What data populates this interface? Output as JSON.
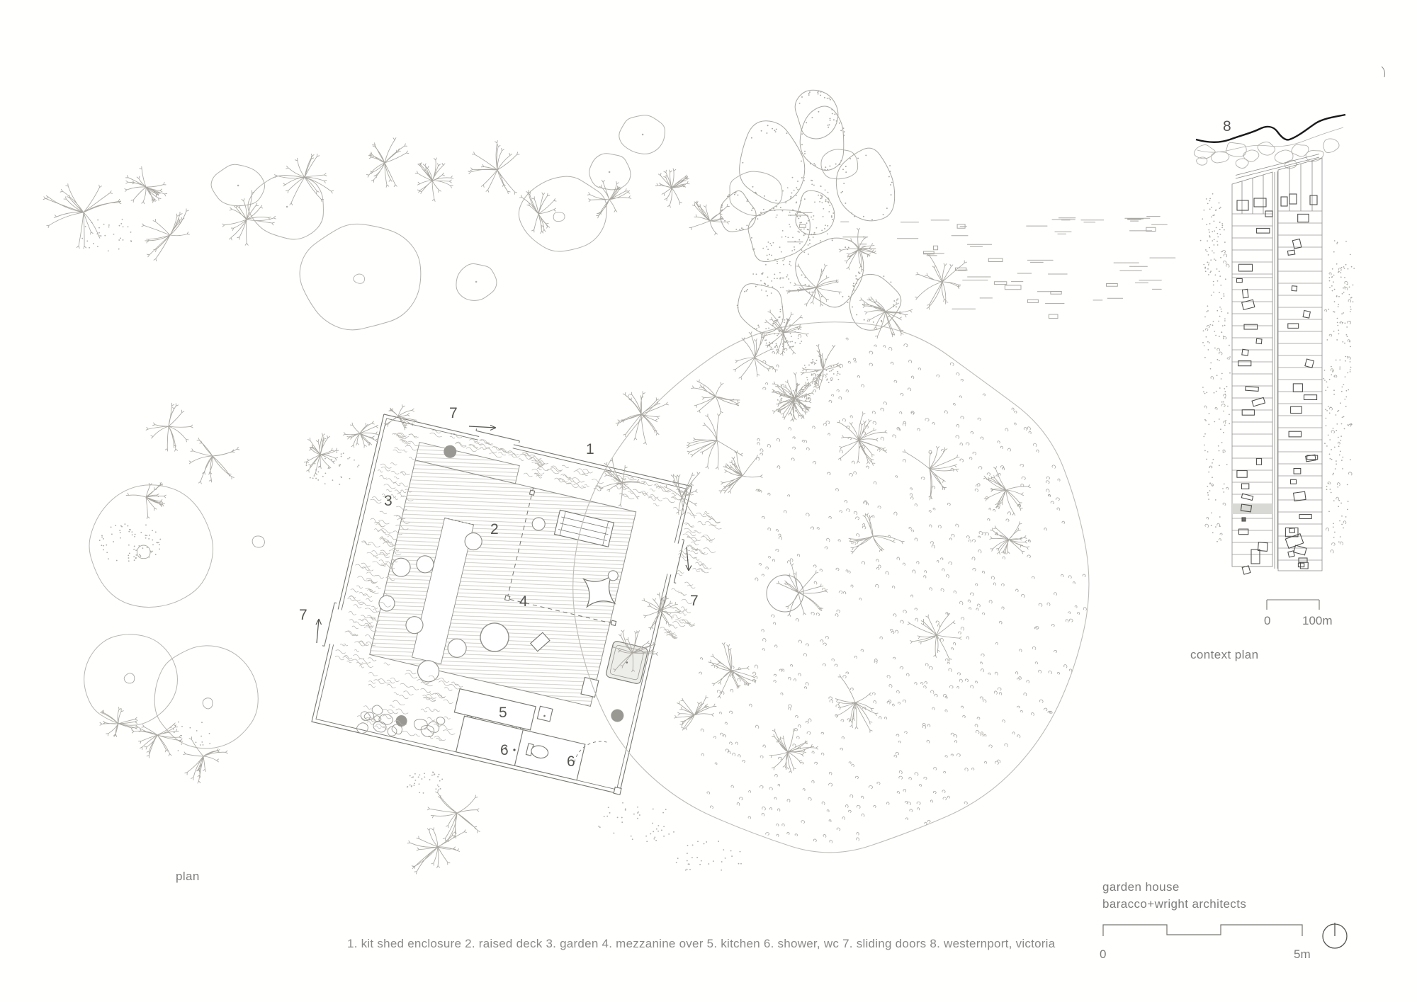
{
  "plan": {
    "label": "plan",
    "numbers": {
      "n1": "1",
      "n2": "2",
      "n3": "3",
      "n4": "4",
      "n5": "5",
      "n6a": "6",
      "n6b": "6",
      "n7_top": "7",
      "n7_left": "7",
      "n7_right": "7"
    }
  },
  "context_plan": {
    "label": "context plan",
    "n8": "8",
    "scale": {
      "zero": "0",
      "max": "100m"
    }
  },
  "title_block": {
    "project": "garden house",
    "firm": "baracco+wright architects",
    "scale": {
      "zero": "0",
      "max": "5m"
    }
  },
  "caption": "1. kit shed enclosure 2. raised deck 3. garden 4. mezzanine over 5. kitchen 6. shower, wc 7. sliding doors 8. westernport, victoria",
  "colors": {
    "linework": "#77766f",
    "vegetation": "#aeaca5",
    "coastline": "#1a1a1a",
    "highlight_lot": "#d8d8d5",
    "text": "#8a8a88"
  }
}
